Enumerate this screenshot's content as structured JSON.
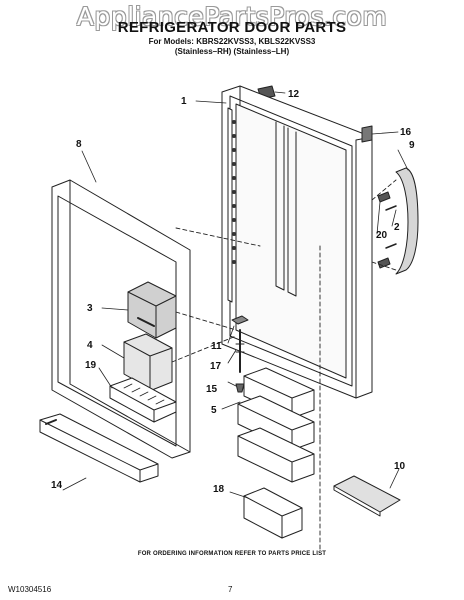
{
  "watermark": "AppliancePartsPros.com",
  "header": {
    "title": "REFRIGERATOR DOOR PARTS",
    "models": "For Models: KBRS22KVSS3, KBLS22KVSS3",
    "variants": "(Stainless–RH)  (Stainless–LH)"
  },
  "callouts": {
    "c1": "1",
    "c2": "2",
    "c3": "3",
    "c4": "4",
    "c5": "5",
    "c8": "8",
    "c9": "9",
    "c10": "10",
    "c11": "11",
    "c12": "12",
    "c14": "14",
    "c15": "15",
    "c16": "16",
    "c17": "17",
    "c18": "18",
    "c19": "19",
    "c20": "20"
  },
  "footer": {
    "note": "FOR ORDERING INFORMATION REFER TO PARTS PRICE LIST",
    "doc_number": "W10304516",
    "page_number": "7"
  },
  "colors": {
    "line": "#222222",
    "shade": "#bdbdbd",
    "dark": "#555555"
  }
}
